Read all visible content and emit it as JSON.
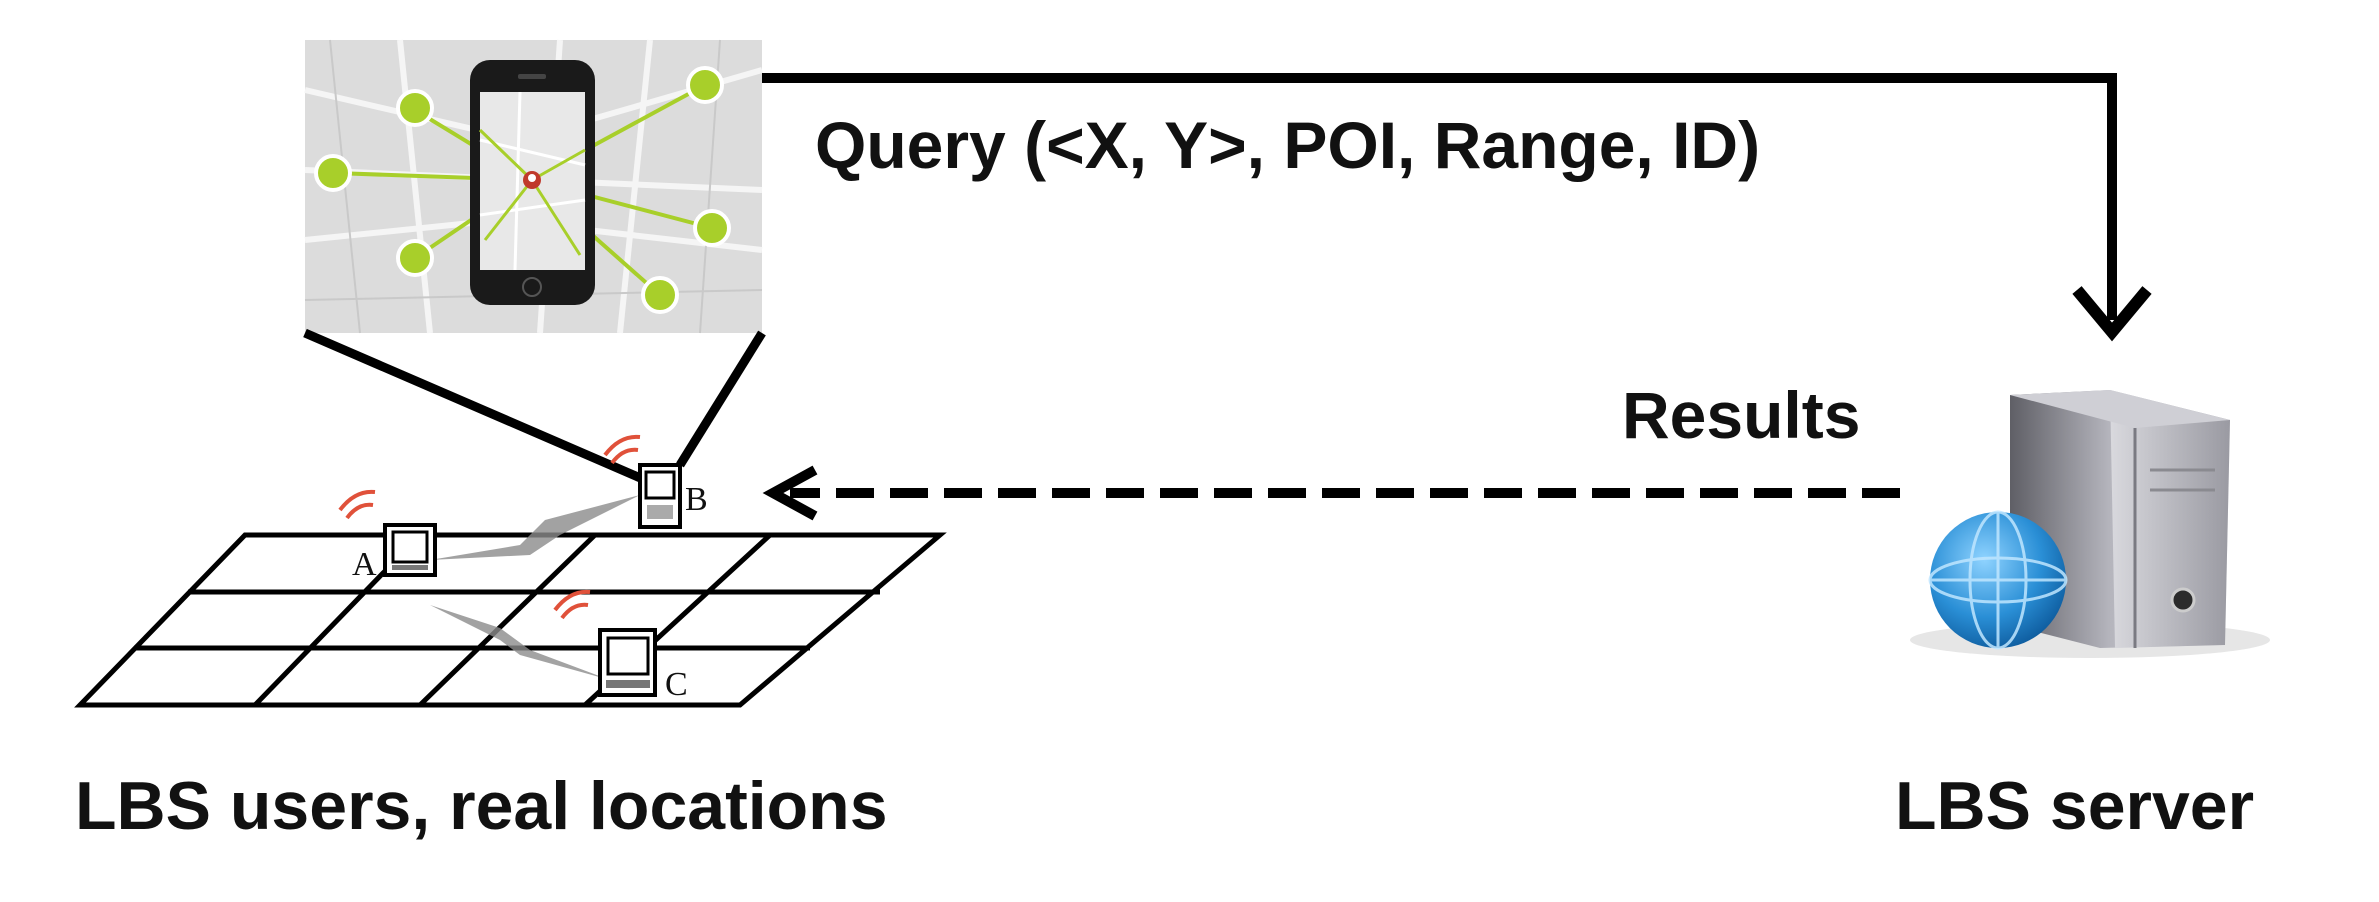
{
  "labels": {
    "query": "Query (<X, Y>, POI, Range, ID)",
    "results": "Results",
    "users_caption": "LBS users, real locations",
    "server_caption": "LBS server"
  },
  "devices": {
    "a": "A",
    "b": "B",
    "c": "C"
  },
  "colors": {
    "arrow": "#000000",
    "map_background": "#dcdcdc",
    "map_pin": "#a8cf2a",
    "signal": "#e0513a",
    "globe": "#2a8fd6",
    "server_body": "#8c8c94"
  },
  "icons": {
    "map": "smartphone-map-icon",
    "server": "server-globe-icon",
    "signal": "wireless-signal-icon"
  }
}
